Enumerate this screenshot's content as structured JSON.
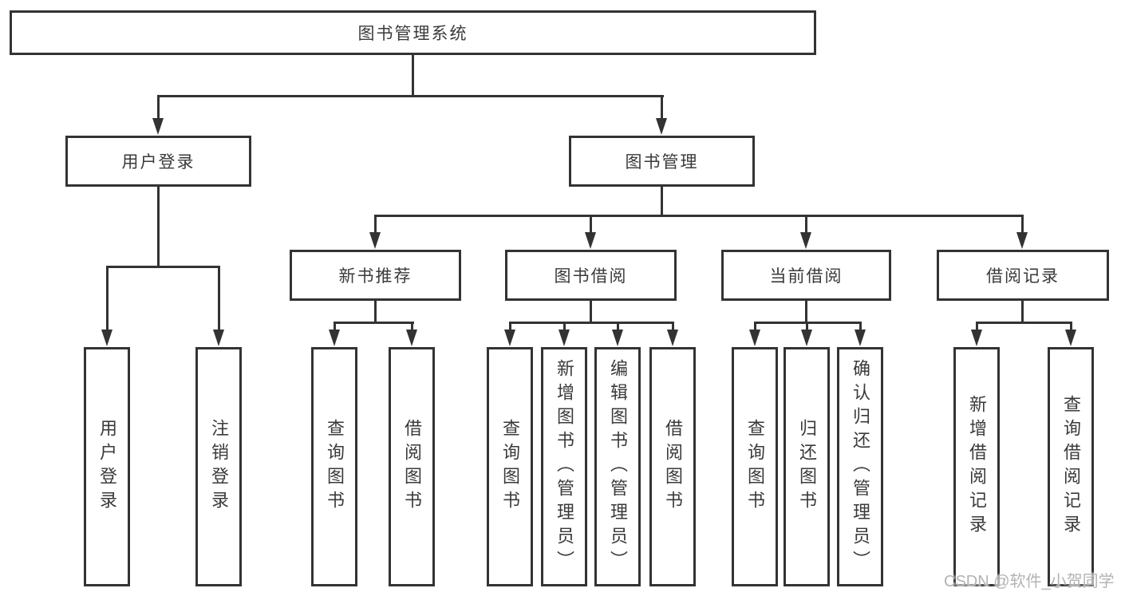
{
  "diagram": {
    "root": {
      "label": "图书管理系统"
    },
    "branches": [
      {
        "label": "用户登录",
        "children": [
          {
            "label": "用户登录"
          },
          {
            "label": "注销登录"
          }
        ]
      },
      {
        "label": "图书管理",
        "children": [
          {
            "label": "新书推荐",
            "children": [
              {
                "label": "查询图书"
              },
              {
                "label": "借阅图书"
              }
            ]
          },
          {
            "label": "图书借阅",
            "children": [
              {
                "label": "查询图书"
              },
              {
                "label": "新增图书（管理员）"
              },
              {
                "label": "编辑图书（管理员）"
              },
              {
                "label": "借阅图书"
              }
            ]
          },
          {
            "label": "当前借阅",
            "children": [
              {
                "label": "查询图书"
              },
              {
                "label": "归还图书"
              },
              {
                "label": "确认归还（管理员）"
              }
            ]
          },
          {
            "label": "借阅记录",
            "children": [
              {
                "label": "新增借阅记录"
              },
              {
                "label": "查询借阅记录"
              }
            ]
          }
        ]
      }
    ]
  },
  "watermark": "CSDN @软件_小贺同学",
  "colors": {
    "line": "#333333",
    "text": "#3a3a3a",
    "background": "#ffffff",
    "watermark": "#b3b3b3"
  }
}
